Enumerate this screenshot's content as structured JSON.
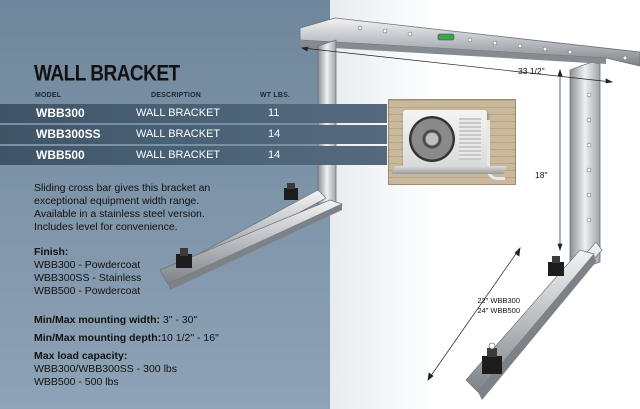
{
  "title": "WALL BRACKET",
  "table": {
    "headers": {
      "model": "MODEL",
      "description": "DESCRIPTION",
      "weight": "WT LBS."
    },
    "rows": [
      {
        "model": "WBB300",
        "description": "WALL BRACKET",
        "weight": "11"
      },
      {
        "model": "WBB300SS",
        "description": "WALL BRACKET",
        "weight": "14"
      },
      {
        "model": "WBB500",
        "description": "WALL BRACKET",
        "weight": "14"
      }
    ]
  },
  "intro": [
    "Sliding cross bar gives this bracket an",
    "exceptional equipment width range.",
    "Available in a stainless steel version.",
    "Includes level for convenience."
  ],
  "finish": {
    "label": "Finish:",
    "items": [
      "WBB300 - Powdercoat",
      "WBB300SS - Stainless",
      "WBB500 - Powdercoat"
    ]
  },
  "mount_width": {
    "label": "Min/Max mounting width:",
    "value": " 3\" - 30\""
  },
  "mount_depth": {
    "label": "Min/Max mounting depth:",
    "value": "10 1/2\" - 16\""
  },
  "load": {
    "label": "Max load capacity:",
    "items": [
      "WBB300/WBB300SS - 300 lbs",
      "WBB500 - 500 lbs"
    ]
  },
  "dimensions": {
    "width": "33 1/2\"",
    "height": "18\"",
    "depth_300": "22\" WBB300",
    "depth_500": "24\" WBB500"
  },
  "colors": {
    "panel": "#7d93a8",
    "row": "#4d6478",
    "steel": "#c9ccd0"
  }
}
